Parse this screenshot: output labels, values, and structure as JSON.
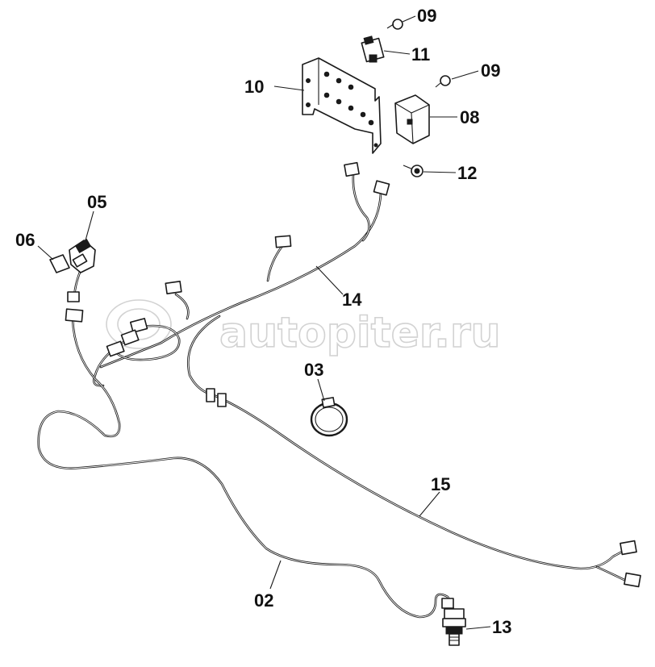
{
  "diagram": {
    "watermark": "autopiter.ru",
    "callouts": {
      "c02": "02",
      "c03": "03",
      "c05": "05",
      "c06": "06",
      "c08": "08",
      "c09a": "09",
      "c09b": "09",
      "c10": "10",
      "c11": "11",
      "c12": "12",
      "c13": "13",
      "c14": "14",
      "c15": "15"
    }
  }
}
